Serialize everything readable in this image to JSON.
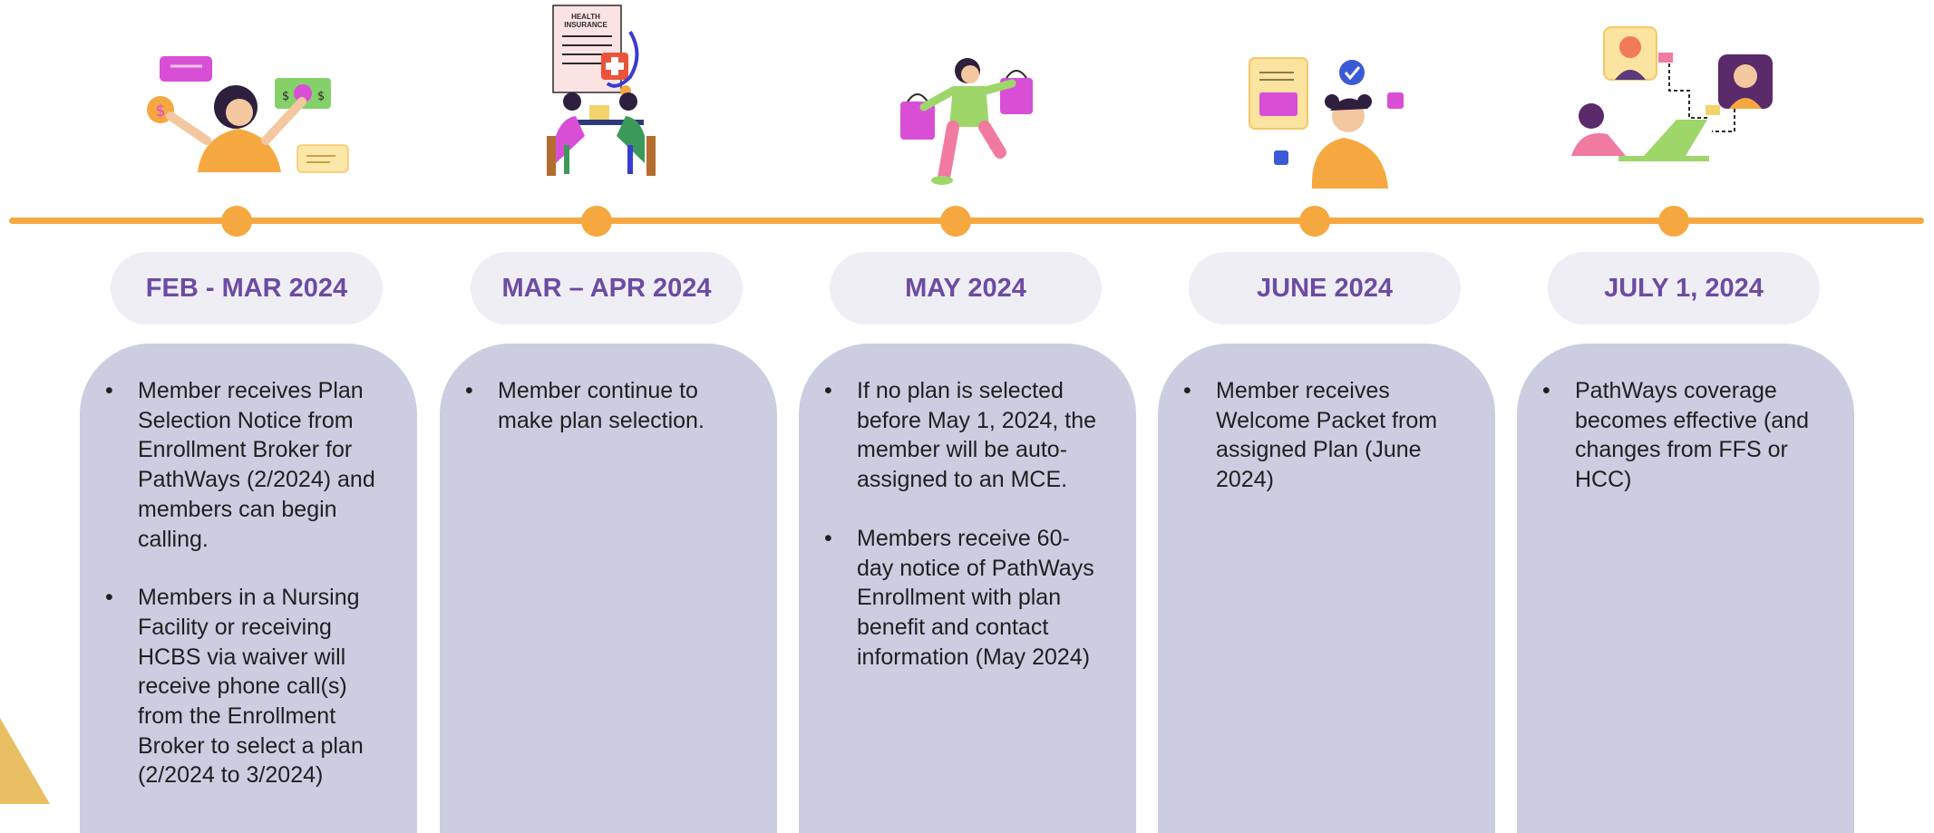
{
  "timeline": {
    "stages": [
      {
        "date": "FEB - MAR 2024",
        "icon": "person-with-money-icon",
        "bullets": [
          "Member receives Plan Selection Notice from Enrollment Broker for PathWays (2/2024) and members can begin calling.",
          "Members in a Nursing Facility or receiving HCBS via waiver will receive phone call(s) from the Enrollment Broker to select a plan (2/2024 to 3/2024)"
        ]
      },
      {
        "date": "MAR – APR 2024",
        "icon": "health-insurance-consultation-icon",
        "illustration_text": "HEALTH INSURANCE",
        "bullets": [
          "Member continue to make plan selection."
        ]
      },
      {
        "date": "MAY 2024",
        "icon": "person-with-shopping-bags-icon",
        "bullets": [
          "If no plan is selected before May 1, 2024, the member will be auto-assigned to an MCE.",
          "Members receive 60-day notice of PathWays Enrollment with plan benefit and contact information (May 2024)"
        ]
      },
      {
        "date": "JUNE 2024",
        "icon": "person-thinking-with-packet-icon",
        "bullets": [
          "Member receives Welcome Packet from assigned Plan (June 2024)"
        ]
      },
      {
        "date": "JULY 1, 2024",
        "icon": "online-communication-icon",
        "bullets": [
          "PathWays coverage becomes effective (and changes from FFS or HCC)"
        ]
      }
    ]
  },
  "colors": {
    "timeline": "#f5a83f",
    "date_text": "#6c4ba3",
    "date_pill": "#efeef5",
    "card": "#cccde1",
    "corner": "#e8bf63"
  }
}
